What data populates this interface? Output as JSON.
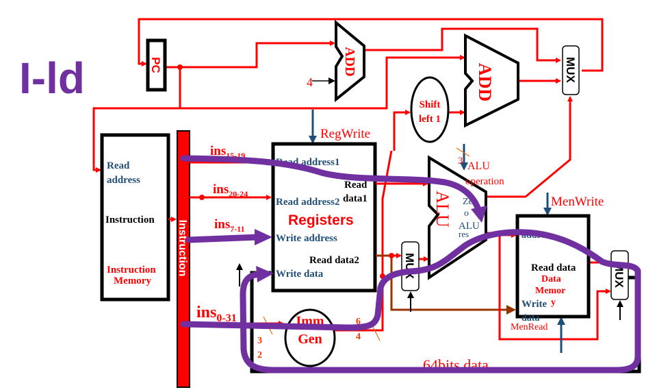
{
  "title": "I-ld",
  "colors": {
    "wire": "#ff0000",
    "control": "#1f4e79",
    "annotation": "#7030a0",
    "imm_path": "#993300"
  },
  "pc": {
    "label": "PC"
  },
  "adder_pc": {
    "label": "ADD",
    "constant": "4"
  },
  "adder_branch": {
    "label": "ADD"
  },
  "shift": {
    "line1": "Shift",
    "line2": "left 1"
  },
  "mux_pc": {
    "label": "MUX"
  },
  "instruction_memory": {
    "read1": "Read",
    "read2": "address",
    "instruction": "Instruction",
    "name1": "Instruction",
    "name2": "Memory"
  },
  "instruction_bar": {
    "label": "Instruction"
  },
  "fields": [
    {
      "base": "ins",
      "sub": "15-19"
    },
    {
      "base": "ins",
      "sub": "20-24"
    },
    {
      "base": "ins",
      "sub": "7-11"
    },
    {
      "base": "ins",
      "sub": "0-31"
    }
  ],
  "registers": {
    "name": "Registers",
    "read_address1": "Read address1",
    "read_address2": "Read address2",
    "write_address": "Write address",
    "write_data": "Write data",
    "read_data1_a": "Read",
    "read_data1_b": "data1",
    "read_data2": "Read data2",
    "control": "RegWrite"
  },
  "imm_gen": {
    "line1": "Imm",
    "line2": "Gen",
    "in_width_a": "3",
    "in_width_b": "2",
    "out_width_a": "6",
    "out_width_b": "4"
  },
  "mux_alu": {
    "label": "MUX"
  },
  "alu": {
    "label": "ALU",
    "op_width": "3",
    "op1": "ALU",
    "op2": "operation",
    "zero_a": "Zer",
    "zero_b": "o",
    "result_a": "ALU",
    "result_b": "res"
  },
  "data_memory": {
    "address": "address",
    "read_data": "Read data",
    "name1": "Data",
    "name2": "Memor",
    "name3": "y",
    "write1": "Write",
    "write2": "data",
    "mem_write": "MenWrite",
    "mem_read": "MenRead"
  },
  "mux_wb": {
    "label": "MUX"
  },
  "bus_label": "64bits data"
}
